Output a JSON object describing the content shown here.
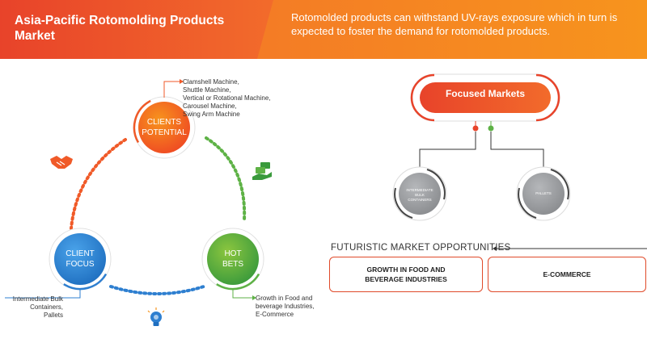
{
  "header": {
    "title": "Asia-Pacific Rotomolding Products Market",
    "subtitle": "Rotomolded products can withstand UV-rays exposure which in turn is expected to foster the demand for rotomolded products.",
    "colors": {
      "orange_light": "#f7941d",
      "orange_dark": "#e8432a",
      "gray": "#a7a9ac"
    }
  },
  "cycle": {
    "clients_potential": {
      "label": "CLIENTS POTENTIAL",
      "detail": [
        "Clamshell Machine,",
        "Shuttle Machine,",
        "Vertical or Rotational Machine,",
        "Carousel Machine,",
        "Swing Arm Machine"
      ],
      "color": "#f05a28"
    },
    "client_focus": {
      "label": "CLIENT FOCUS",
      "detail": [
        "Intermediate Bulk",
        "Containers,",
        "Pallets"
      ],
      "color": "#2e7fd0"
    },
    "hot_bets": {
      "label": "HOT BETS",
      "detail": [
        "Growth in Food and",
        "beverage Industries,",
        "E-Commerce"
      ],
      "color": "#5eb246"
    },
    "icons": [
      "handshake-icon",
      "money-hand-icon",
      "lightbulb-icon"
    ]
  },
  "focused_markets": {
    "label": "Focused Markets",
    "items": [
      "INTERMEDIATE BULK CONTAINERS",
      "PALLETS"
    ]
  },
  "futuristic": {
    "label": "FUTURISTIC MARKET OPPORTUNITIES",
    "items": [
      "GROWTH IN FOOD AND BEVERAGE INDUSTRIES",
      "E-COMMERCE"
    ]
  }
}
